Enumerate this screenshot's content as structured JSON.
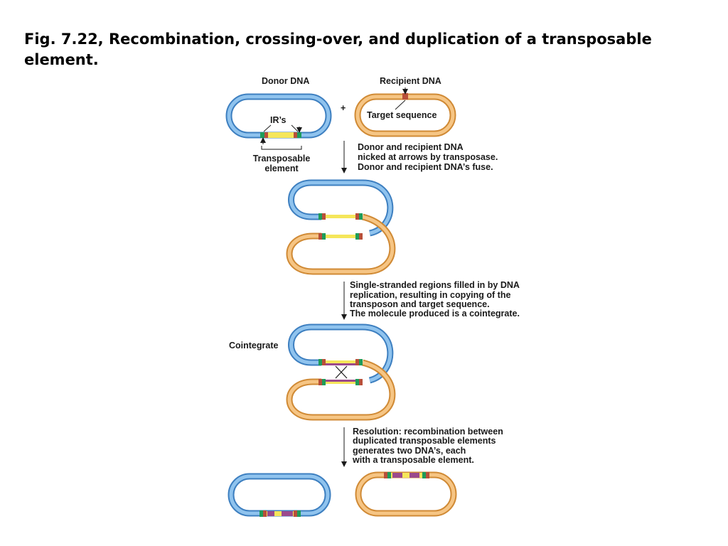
{
  "title": "Fig. 7.22, Recombination, crossing-over, and duplication of a transposable element.",
  "labels": {
    "donor_dna": "Donor DNA",
    "recipient_dna": "Recipient DNA",
    "plus": "+",
    "irs": "IR’s",
    "target_sequence": "Target sequence",
    "transposable_element": [
      "Transposable",
      "element"
    ],
    "cointegrate": "Cointegrate"
  },
  "steps": [
    [
      "Donor and recipient DNA",
      "nicked at arrows by transposase.",
      "Donor and recipient DNA’s fuse."
    ],
    [
      "Single-stranded regions filled in by DNA",
      "replication, resulting in copying of the",
      "transposon and target sequence.",
      "The molecule produced is a cointegrate."
    ],
    [
      "Resolution: recombination between",
      "duplicated transposable elements",
      "generates two DNA’s, each",
      "with a transposable element."
    ]
  ],
  "colors": {
    "donor_strand": "#6fb0e2",
    "donor_strand_edge": "#3d7fc0",
    "recipient_strand": "#f1b061",
    "recipient_strand_edge": "#d08a35",
    "transposon": "#f5e65a",
    "inverted_repeat": "#1e9c5a",
    "target_site": "#b8503a",
    "duplicated_transposon": "#9b4a8c"
  }
}
